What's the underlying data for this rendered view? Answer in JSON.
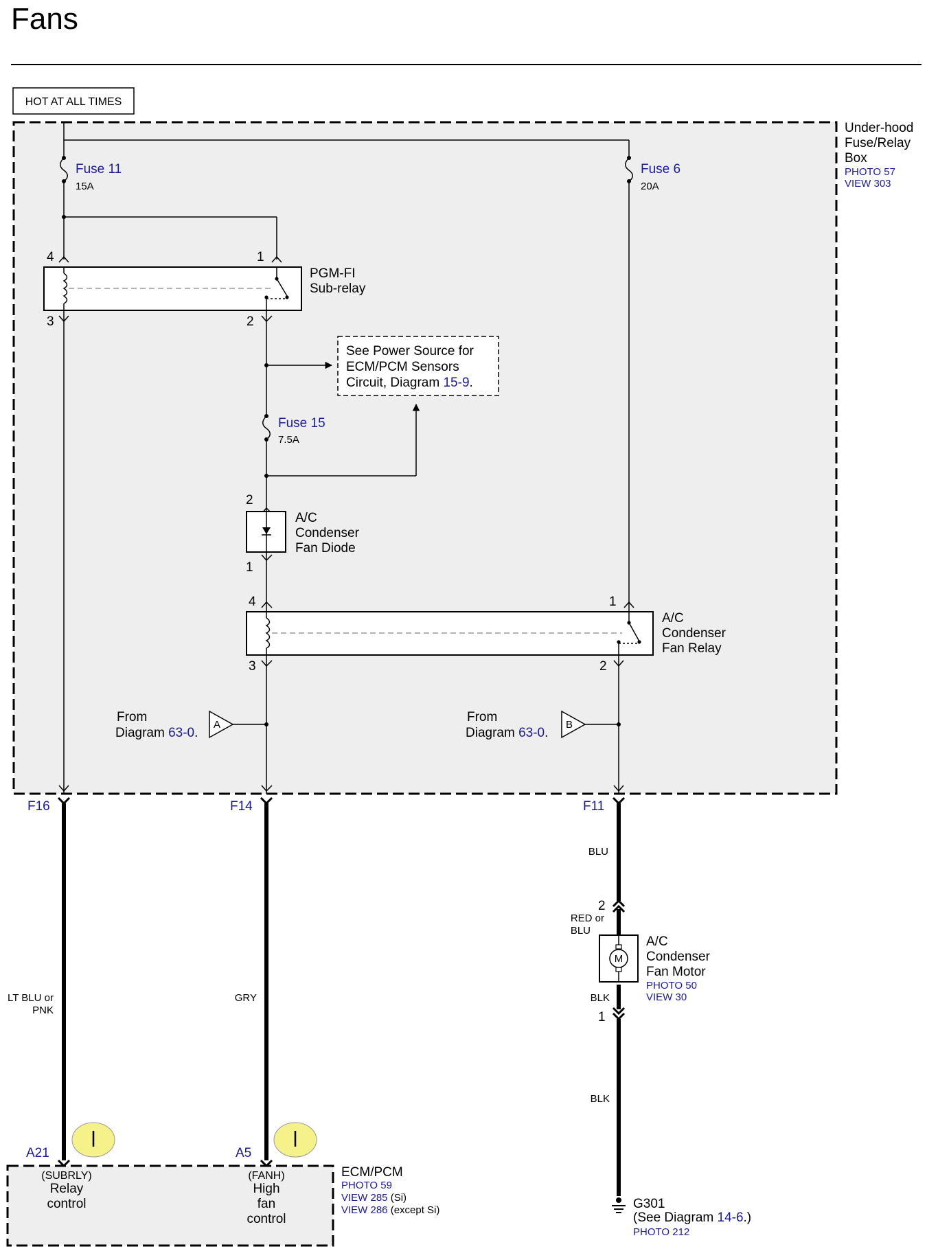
{
  "title": "Fans",
  "hot_label": "HOT AT ALL TIMES",
  "box": {
    "l1": "Under-hood",
    "l2": "Fuse/Relay",
    "l3": "Box",
    "photo": "PHOTO 57",
    "view": "VIEW 303"
  },
  "fuse11": {
    "name": "Fuse 11",
    "rating": "15A"
  },
  "fuse6": {
    "name": "Fuse 6",
    "rating": "20A"
  },
  "fuse15": {
    "name": "Fuse 15",
    "rating": "7.5A"
  },
  "subrelay": {
    "l1": "PGM-FI",
    "l2": "Sub-relay",
    "p4": "4",
    "p1": "1",
    "p3": "3",
    "p2": "2"
  },
  "note": {
    "l1": "See Power Source for",
    "l2": "ECM/PCM Sensors",
    "l3": "Circuit, Diagram",
    "ref": "15-9",
    "end": "."
  },
  "diode": {
    "l1": "A/C",
    "l2": "Condenser",
    "l3": "Fan Diode",
    "p2": "2",
    "p1": "1"
  },
  "fanrelay": {
    "l1": "A/C",
    "l2": "Condenser",
    "l3": "Fan Relay",
    "p4": "4",
    "p1": "1",
    "p3": "3",
    "p2": "2"
  },
  "from_a": {
    "l1": "From",
    "l2": "Diagram",
    "ref": "63-0",
    "end": ".",
    "tag": "A"
  },
  "from_b": {
    "l1": "From",
    "l2": "Diagram",
    "ref": "63-0",
    "end": ".",
    "tag": "B"
  },
  "connectors": {
    "f16": "F16",
    "f14": "F14",
    "f11": "F11",
    "a21": "A21",
    "a5": "A5"
  },
  "wires": {
    "w1a": "LT BLU or",
    "w1b": "PNK",
    "w2": "GRY",
    "w3": "BLU",
    "w4a": "RED or",
    "w4b": "BLU",
    "w5": "BLK",
    "w6": "BLK"
  },
  "motor": {
    "l1": "A/C",
    "l2": "Condenser",
    "l3": "Fan Motor",
    "photo": "PHOTO 50",
    "view": "VIEW 30",
    "p2": "2",
    "p1": "1",
    "symbol": "M"
  },
  "ecm": {
    "name": "ECM/PCM",
    "photo": "PHOTO 59",
    "view1": "VIEW 285",
    "view1b": "(Si)",
    "view2": "VIEW 286",
    "view2b": "(except Si)",
    "c1_code": "(SUBRLY)",
    "c1_l1": "Relay",
    "c1_l2": "control",
    "c2_code": "(FANH)",
    "c2_l1": "High",
    "c2_l2": "fan",
    "c2_l3": "control"
  },
  "ground": {
    "name": "G301",
    "l2": "(See Diagram",
    "ref": "14-6",
    "end": ".)",
    "photo": "PHOTO 212"
  },
  "colors": {
    "wire": "#000000",
    "link": "#1a1a99",
    "box_fill": "#eeeeee",
    "marker": "#f5f28a"
  }
}
